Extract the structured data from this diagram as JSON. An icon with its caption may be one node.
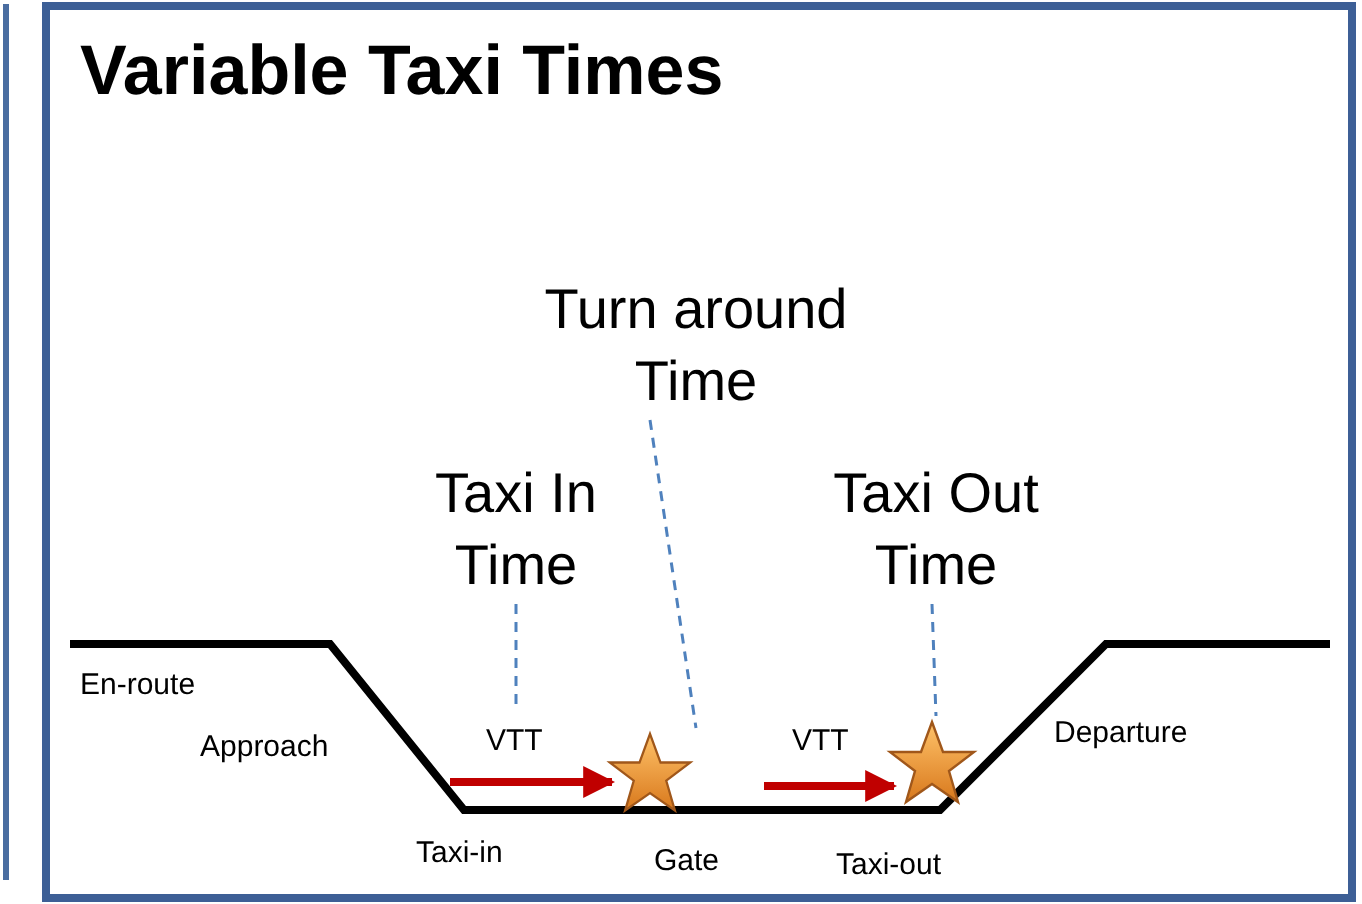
{
  "diagram": {
    "title": "Variable Taxi Times",
    "nodes": [
      {
        "text": [
          "Turn around Time"
        ]
      },
      {
        "text": [
          "Taxi In Time"
        ]
      },
      {
        "text": [
          "Taxi Out Time"
        ]
      },
      {
        "text": [],
        "shape": "star"
      },
      {
        "text": [],
        "shape": "star"
      }
    ],
    "edges": [
      {
        "from": 1,
        "to": null,
        "arrow": "none",
        "style": "dashed"
      },
      {
        "from": 0,
        "to": 3,
        "arrow": "none",
        "style": "dashed"
      },
      {
        "from": 2,
        "to": 4,
        "arrow": "none",
        "style": "dashed"
      },
      {
        "from": null,
        "to": 3,
        "arrow": "to",
        "style": "thick",
        "color": "#c00000"
      },
      {
        "from": null,
        "to": 4,
        "arrow": "to",
        "style": "thick",
        "color": "#c00000"
      }
    ],
    "labels": [
      "En-route",
      "Approach",
      "VTT",
      "VTT",
      "Departure",
      "Taxi-in",
      "Gate",
      "Taxi-out"
    ]
  }
}
